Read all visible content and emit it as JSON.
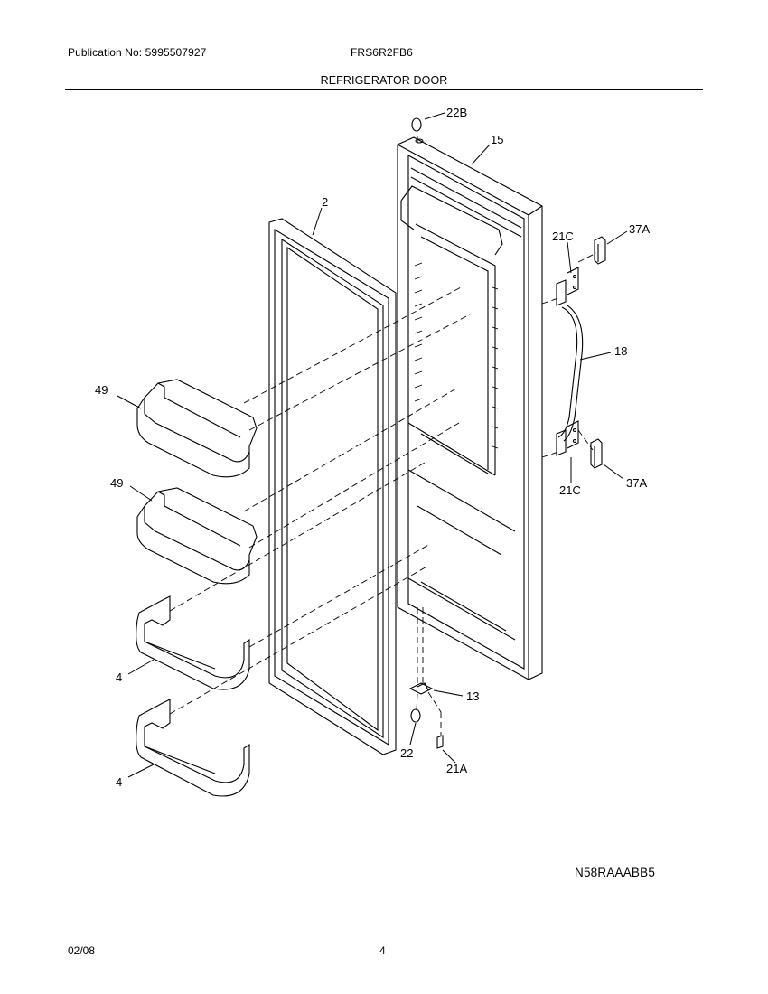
{
  "header": {
    "publication": "Publication No: 5995507927",
    "model": "FRS6R2FB6",
    "title": "REFRIGERATOR DOOR"
  },
  "diagram": {
    "code": "N58RAAABB5",
    "callouts": {
      "c22b": "22B",
      "c15": "15",
      "c2": "2",
      "c21c_top": "21C",
      "c37a_top": "37A",
      "c18": "18",
      "c49_top": "49",
      "c49_bottom": "49",
      "c21c_bottom": "21C",
      "c37a_bottom": "37A",
      "c4_top": "4",
      "c4_bottom": "4",
      "c13": "13",
      "c22": "22",
      "c21a": "21A"
    }
  },
  "footer": {
    "date": "02/08",
    "page": "4"
  }
}
